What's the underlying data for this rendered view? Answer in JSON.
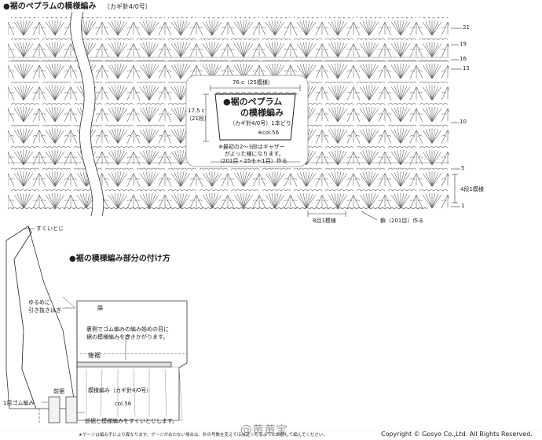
{
  "chart_title": {
    "bullet": "●",
    "text": "裾のペプラムの模様編み",
    "hook": "（カギ針4/0号）"
  },
  "row_numbers": [
    "21",
    "19",
    "16",
    "15",
    "10",
    "5",
    "1"
  ],
  "repeat_labels": {
    "row_repeat": "4段1模様",
    "stitch_repeat": "8目1模様",
    "chain_start": "鎖（201目）作る"
  },
  "inset": {
    "width": "76 c（25模様）",
    "height_cm": "17.5 c",
    "height_rows": "（21段）",
    "title_line1": "裾のペプラム",
    "title_line2": "の模様編み",
    "hook_note": "（カギ針4/0号）1本どり",
    "color": "※col.56",
    "note_line1": "※最初の2〜3段はギャザー",
    "note_line2": "がよった様になります。",
    "start": "（201目・25モ＋1目）作る"
  },
  "attach": {
    "heading": "裾の模様編み部分の付け方",
    "sukui": "すくいとじ",
    "loose1": "ゆるめに",
    "loose2": "引き抜きはぎ",
    "side": "脇",
    "instruction1": "裏側でゴム編みの編み始めの目に",
    "instruction2": "裾の模様編みを巻きかがります。",
    "back_hem": "後裾",
    "front_hem": "前裾",
    "rib": "1目ゴム編み",
    "pattern_note": "模様編み（カギ針4/0号）",
    "color": "col.56",
    "join_note": "前裾と模様編みをすくいとじします。"
  },
  "footer": {
    "gauge_note": "★ゲージは編み手により異なります。ゲージが合わない場合は、針の号数を変えてほぼ近くなるように調節して編んでください。",
    "watermark": "@黄黄宝",
    "copyright": "Copyright © Gosyo Co.,Ltd. All Rights Reserved."
  }
}
